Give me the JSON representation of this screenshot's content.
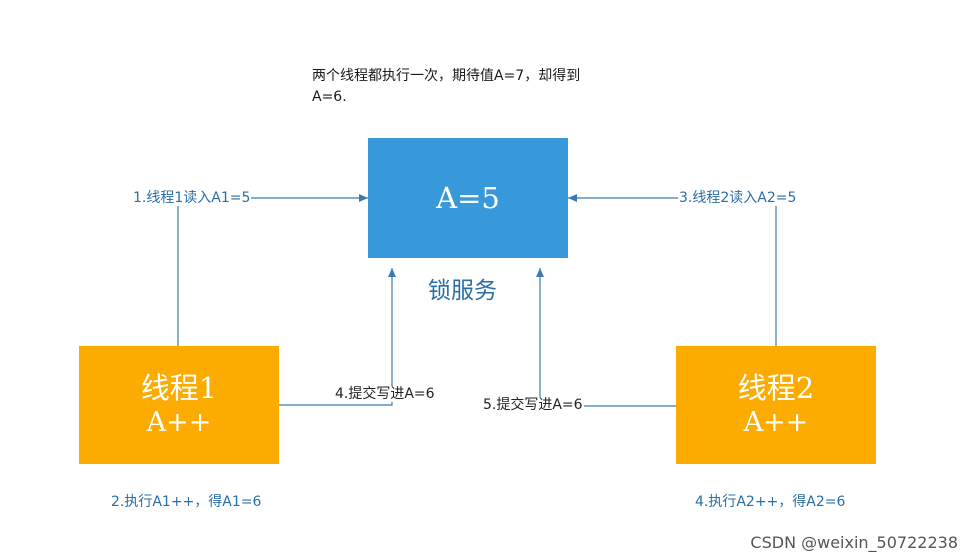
{
  "note": "两个线程都执行一次，期待值A=7，却得到A=6.",
  "lock_box": {
    "value": "A=5"
  },
  "service_label": "锁服务",
  "thread1": {
    "title": "线程1",
    "op": "A++"
  },
  "thread2": {
    "title": "线程2",
    "op": "A++"
  },
  "steps": {
    "read1": "1.线程1读入A1=5",
    "read2": "3.线程2读入A2=5",
    "exec1": "2.执行A1++，得A1=6",
    "exec2": "4.执行A2++，得A2=6",
    "write1": "4.提交写进A=6",
    "write2": "5.提交写进A=6"
  },
  "colors": {
    "blue": "#3899da",
    "orange": "#fcab00",
    "line": "#3b7bb0"
  },
  "watermark": "CSDN @weixin_50722238"
}
